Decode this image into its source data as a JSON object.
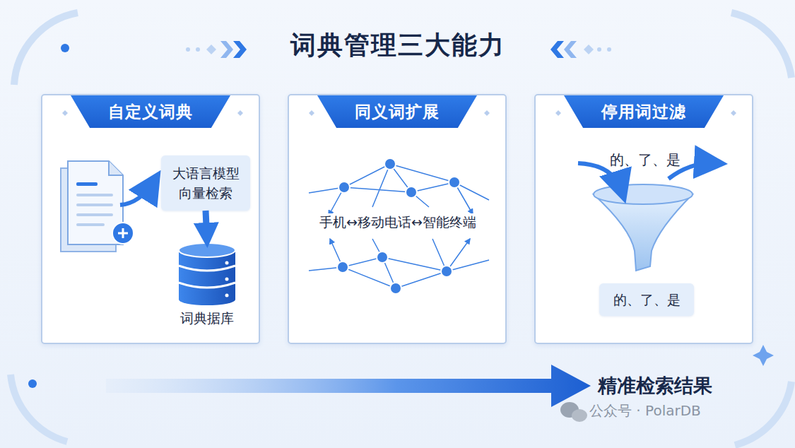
{
  "diagram": {
    "title": "词典管理三大能力",
    "nodes": [
      {
        "text": [
          "自定义词典"
        ]
      },
      {
        "text": [
          "大语言模型 向量检索"
        ],
        "in": 0
      },
      {
        "text": [
          "词典据库"
        ],
        "in": 0
      },
      {
        "text": [
          "同义词扩展"
        ]
      },
      {
        "text": [
          "停用词过滤"
        ]
      },
      {
        "text": [
          "的、了、是"
        ],
        "in": 4
      }
    ],
    "edges": [
      {
        "from": 1,
        "to": 2,
        "arrow": "to"
      }
    ],
    "labels": [
      "手机↔移动电话↔智能终端",
      "的、了、是",
      "精准检索结果",
      "公众号 · PolarDB"
    ]
  }
}
